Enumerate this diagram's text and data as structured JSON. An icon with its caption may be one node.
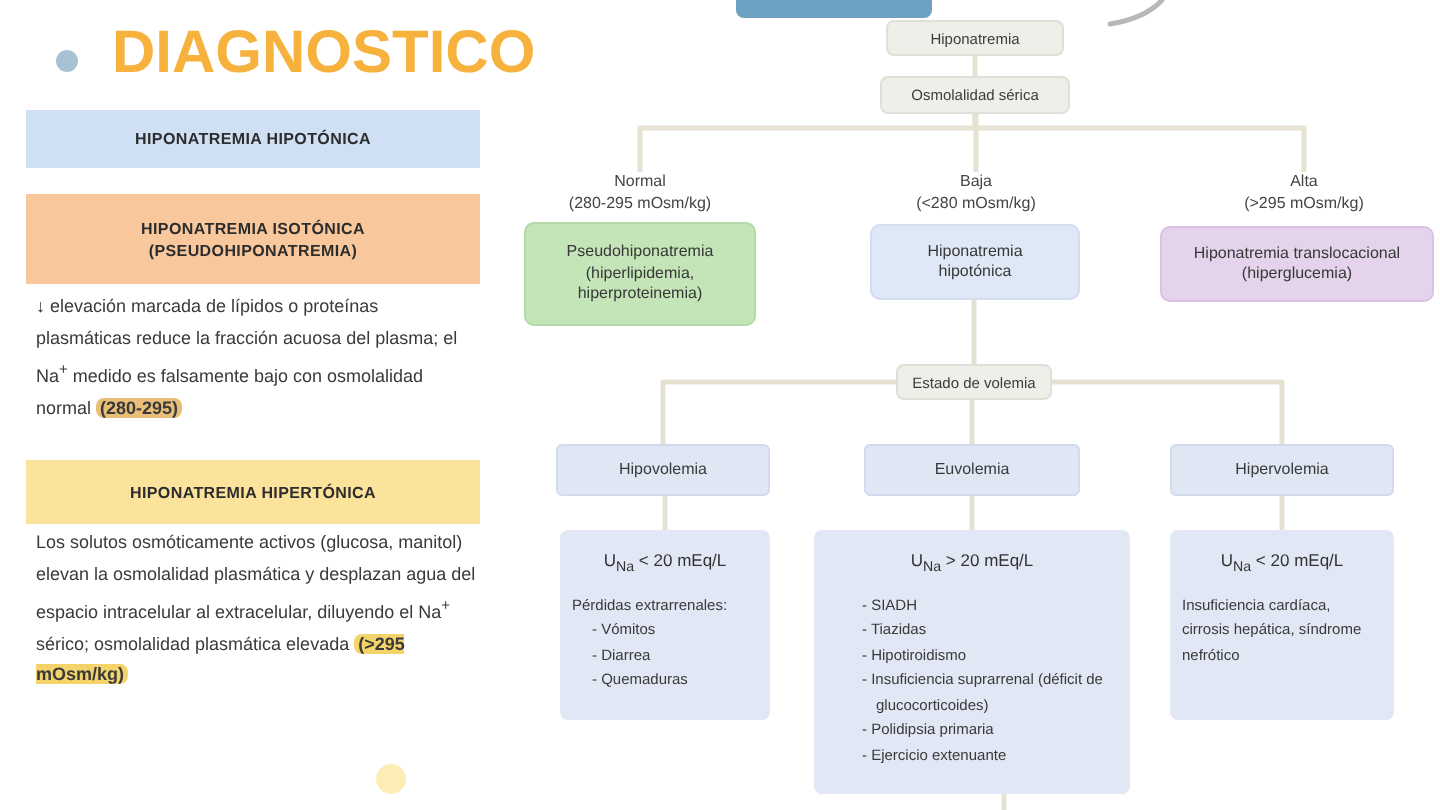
{
  "diagram": {
    "title": "DIAGNOSTICO",
    "nodes": [
      {
        "text": [
          "HIPONATREMIA HIPOTÓNICA"
        ]
      },
      {
        "text": [
          "HIPONATREMIA ISOTÓNICA (PSEUDOHIPONATREMIA)"
        ],
        "beside": [
          "↓ elevación marcada de lípidos o proteínas plasmáticas reduce la fracción acuosa del plasma; el Na$^{+}$ medido es falsamente bajo con osmolalidad normal **(280-295)**"
        ]
      },
      {
        "text": [
          "HIPONATREMIA HIPERTÓNICA"
        ],
        "beside": [
          "Los solutos osmóticamente activos (glucosa, manitol) elevan la osmolalidad plasmática y desplazan agua del espacio intracelular al extracelular, diluyendo el Na$^{+}$ sérico; osmolalidad plasmática elevada **(>295 mOsm/kg)**"
        ]
      },
      {
        "text": [],
        "shape": "box"
      },
      {
        "text": [
          "Hiponatremia"
        ]
      },
      {
        "text": [
          "Osmolalidad sérica"
        ]
      },
      {
        "text": [
          "Normal",
          "(280-295 mOsm/kg)"
        ]
      },
      {
        "text": [
          "Baja",
          "(<280 mOsm/kg)"
        ]
      },
      {
        "text": [
          "Alta",
          "(>295 mOsm/kg)"
        ]
      },
      {
        "text": [
          "Pseudohiponatremia (hiperlipidemia, hiperproteinemia)"
        ]
      },
      {
        "text": [
          "Hiponatremia hipotónica"
        ]
      },
      {
        "text": [
          "Hiponatremia translocacional (hiperglucemia)"
        ]
      },
      {
        "text": [
          "Estado de volemia"
        ]
      },
      {
        "text": [
          "Hipovolemia"
        ]
      },
      {
        "text": [
          "Euvolemia"
        ]
      },
      {
        "text": [
          "Hipervolemia"
        ]
      },
      {
        "text": [
          "U$_{Na}$ < 20 mEq/L",
          "Pérdidas extrarrenales:",
          "- Vómitos",
          "- Diarrea",
          "- Quemaduras"
        ]
      },
      {
        "text": [
          "U$_{Na}$ > 20 mEq/L",
          "- SIADH",
          "- Tiazidas",
          "- Hipotiroidismo",
          "- Insuficiencia suprarrenal (déficit de glucocorticoides)",
          "- Polidipsia primaria",
          "- Ejercicio extenuante"
        ]
      },
      {
        "text": [
          "U$_{Na}$ < 20 mEq/L",
          "Insuficiencia cardíaca, cirrosis hepática, síndrome nefrótico"
        ]
      }
    ],
    "edges": [
      {
        "from": 4,
        "to": 5,
        "arrow": "none"
      },
      {
        "from": 5,
        "to": 6,
        "arrow": "none"
      },
      {
        "from": 5,
        "to": 7,
        "arrow": "none"
      },
      {
        "from": 5,
        "to": 8,
        "arrow": "none"
      },
      {
        "from": 10,
        "to": 12,
        "arrow": "none"
      },
      {
        "from": 12,
        "to": 13,
        "arrow": "none"
      },
      {
        "from": 12,
        "to": 14,
        "arrow": "none"
      },
      {
        "from": 12,
        "to": 15,
        "arrow": "none"
      },
      {
        "from": 13,
        "to": 16,
        "arrow": "none"
      },
      {
        "from": 14,
        "to": 17,
        "arrow": "none"
      },
      {
        "from": 15,
        "to": 18,
        "arrow": "none"
      },
      {
        "from": 17,
        "to": null,
        "arrow": "none"
      }
    ]
  }
}
